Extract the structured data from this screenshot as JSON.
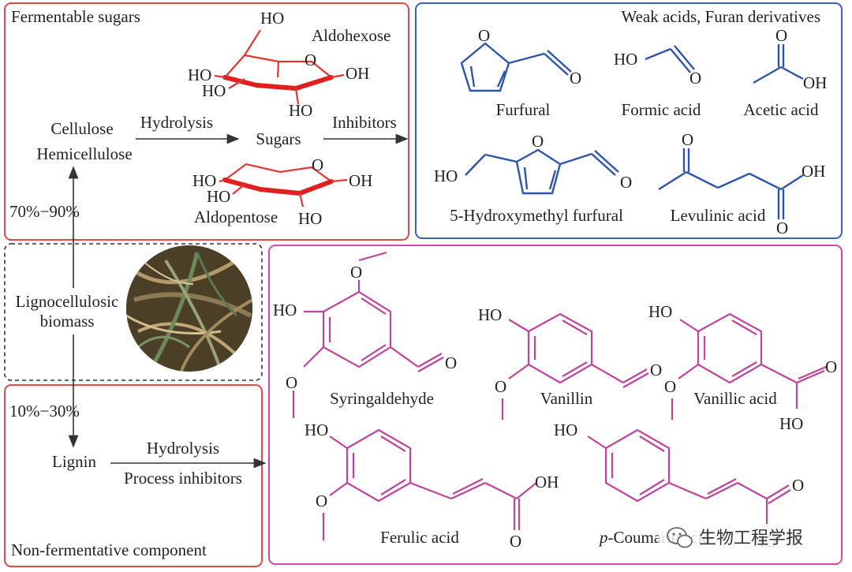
{
  "panels": {
    "sugars_title": "Fermentable sugars",
    "acids_title": "Weak acids, Furan derivatives",
    "non_fermentative": "Non-fermentative component"
  },
  "sugars": {
    "aldohexose": "Aldohexose",
    "aldopentose": "Aldopentose",
    "center": "Sugars"
  },
  "flow": {
    "cellulose": "Cellulose",
    "hemicellulose": "Hemicellulose",
    "hydrolysis_top": "Hydrolysis",
    "inhibitors": "Inhibitors",
    "percent_top": "70%−90%",
    "biomass_line1": "Lignocellulosic",
    "biomass_line2": "biomass",
    "percent_bottom": "10%−30%",
    "lignin": "Lignin",
    "hydrolysis_bottom": "Hydrolysis",
    "process_inhibitors": "Process inhibitors"
  },
  "atoms": {
    "ho": "HO",
    "oh": "OH",
    "o": "O"
  },
  "compounds": {
    "furfural": "Furfural",
    "formic_acid": "Formic acid",
    "acetic_acid": "Acetic acid",
    "hmf": "5-Hydroxymethyl furfural",
    "levulinic_acid": "Levulinic acid",
    "syringaldehyde": "Syringaldehyde",
    "vanillin": "Vanillin",
    "vanillic_acid": "Vanillic acid",
    "ferulic_acid": "Ferulic acid",
    "coumaric_prefix": "p",
    "coumaric_rest": "-Coumaric acid"
  },
  "watermark": "生物工程学报",
  "colors": {
    "red_border": "#e24a4a",
    "blue_border": "#3a5fbf",
    "magenta_border": "#d048a8",
    "dashed_border": "#333333",
    "blue_structure": "#2f55a8",
    "magenta_structure": "#c0449b",
    "red_structure": "#e02020"
  }
}
